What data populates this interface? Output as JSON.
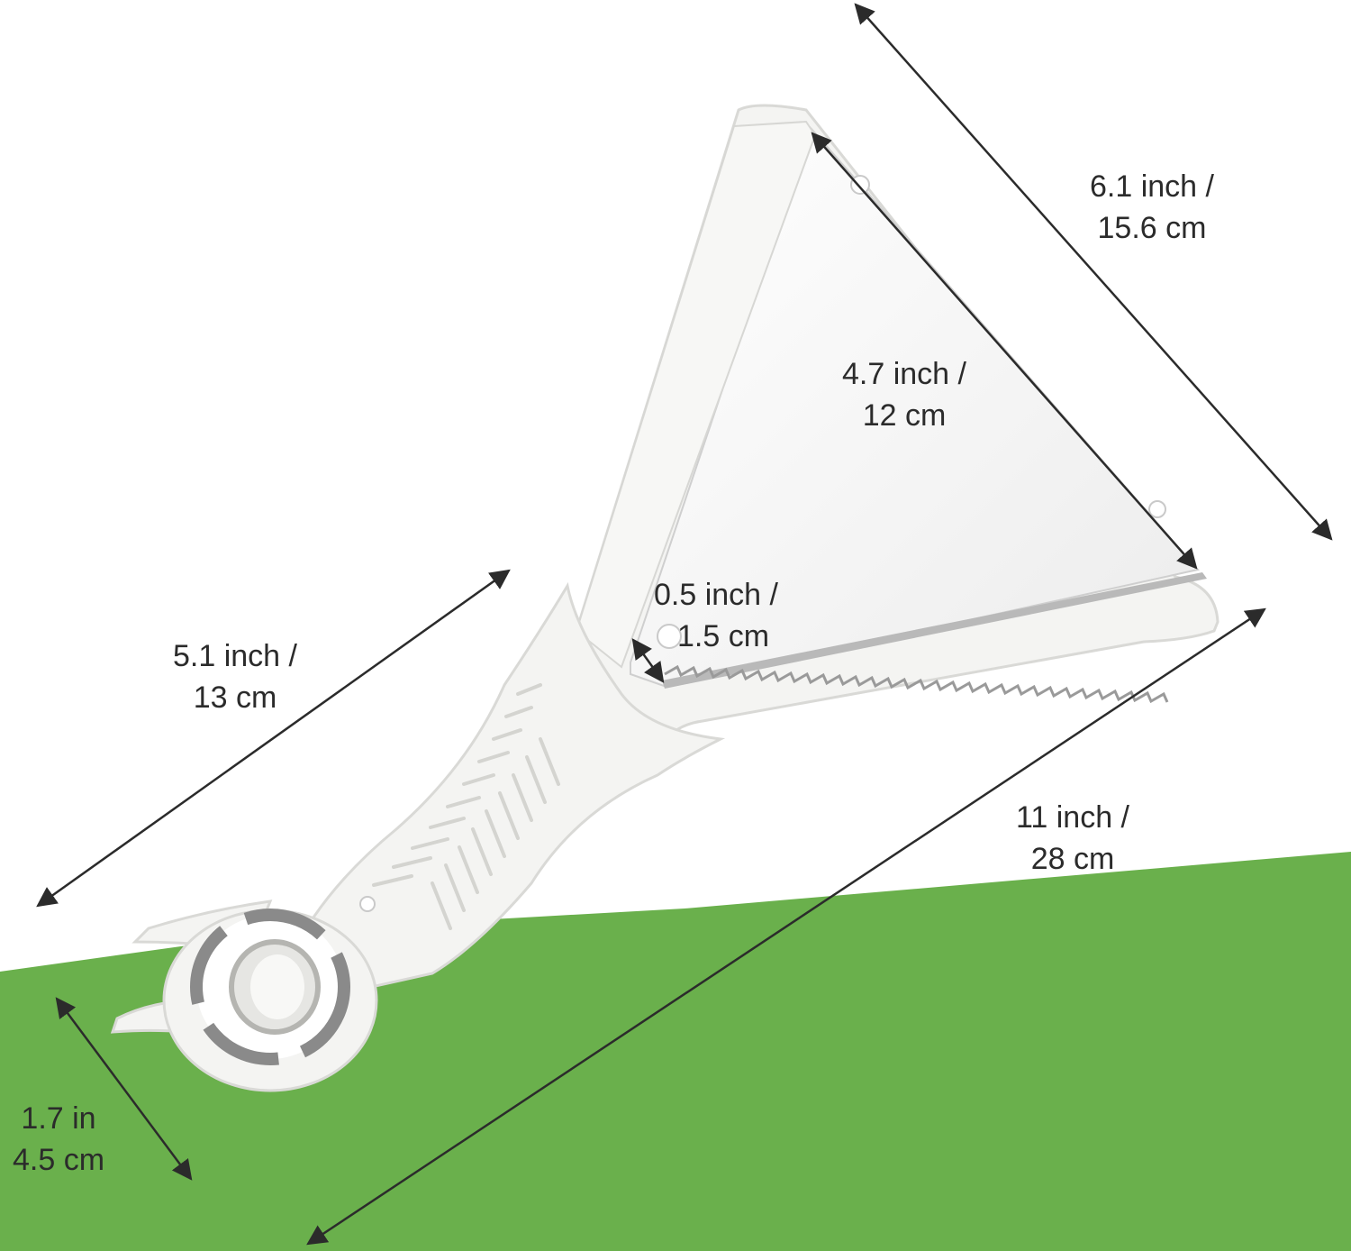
{
  "colors": {
    "background": "#ffffff",
    "surface": "#6ab04c",
    "product": "#f4f4f2",
    "accent_ring": "#8a8a8a",
    "blade": "#b9b9b9",
    "arrow": "#2b2b2b"
  },
  "dimensions": {
    "width_arc": {
      "line1": "6.1 inch /",
      "line2": "15.6 cm"
    },
    "blade_height": {
      "line1": "4.7 inch /",
      "line2": "12 cm"
    },
    "blade_gap": {
      "line1": "0.5 inch /",
      "line2": "1.5 cm"
    },
    "handle_length": {
      "line1": "5.1 inch /",
      "line2": "13 cm"
    },
    "total_length": {
      "line1": "11 inch /",
      "line2": "28 cm"
    },
    "opener_width": {
      "line1": "1.7 in",
      "line2": "4.5 cm"
    }
  },
  "icons": {
    "arrow": "double-headed-arrow-icon",
    "opener": "jar-opener-ring-icon"
  }
}
